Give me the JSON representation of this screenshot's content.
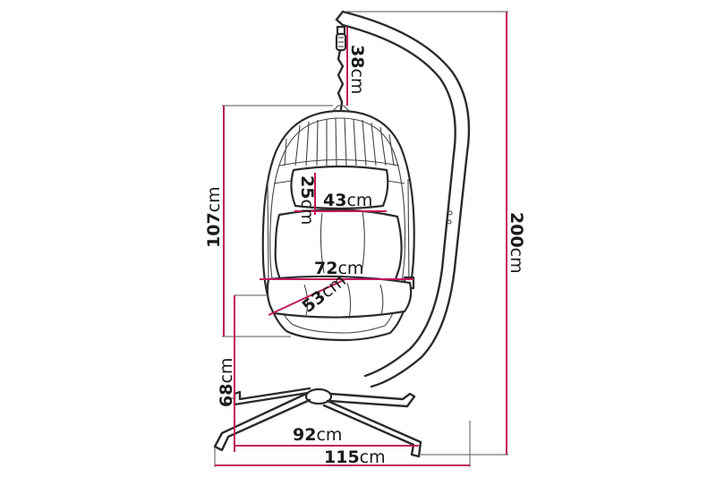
{
  "diagram": {
    "dimensions": [
      {
        "id": "chain",
        "value": "38",
        "unit": "cm"
      },
      {
        "id": "pillow-height",
        "value": "25",
        "unit": "cm"
      },
      {
        "id": "pillow-width",
        "value": "43",
        "unit": "cm"
      },
      {
        "id": "chair-height",
        "value": "107",
        "unit": "cm"
      },
      {
        "id": "chair-width",
        "value": "72",
        "unit": "cm"
      },
      {
        "id": "seat-depth",
        "value": "53",
        "unit": "cm"
      },
      {
        "id": "total-height",
        "value": "200",
        "unit": "cm"
      },
      {
        "id": "seat-height",
        "value": "68",
        "unit": "cm"
      },
      {
        "id": "base-width",
        "value": "92",
        "unit": "cm"
      },
      {
        "id": "total-width",
        "value": "115",
        "unit": "cm"
      }
    ]
  }
}
